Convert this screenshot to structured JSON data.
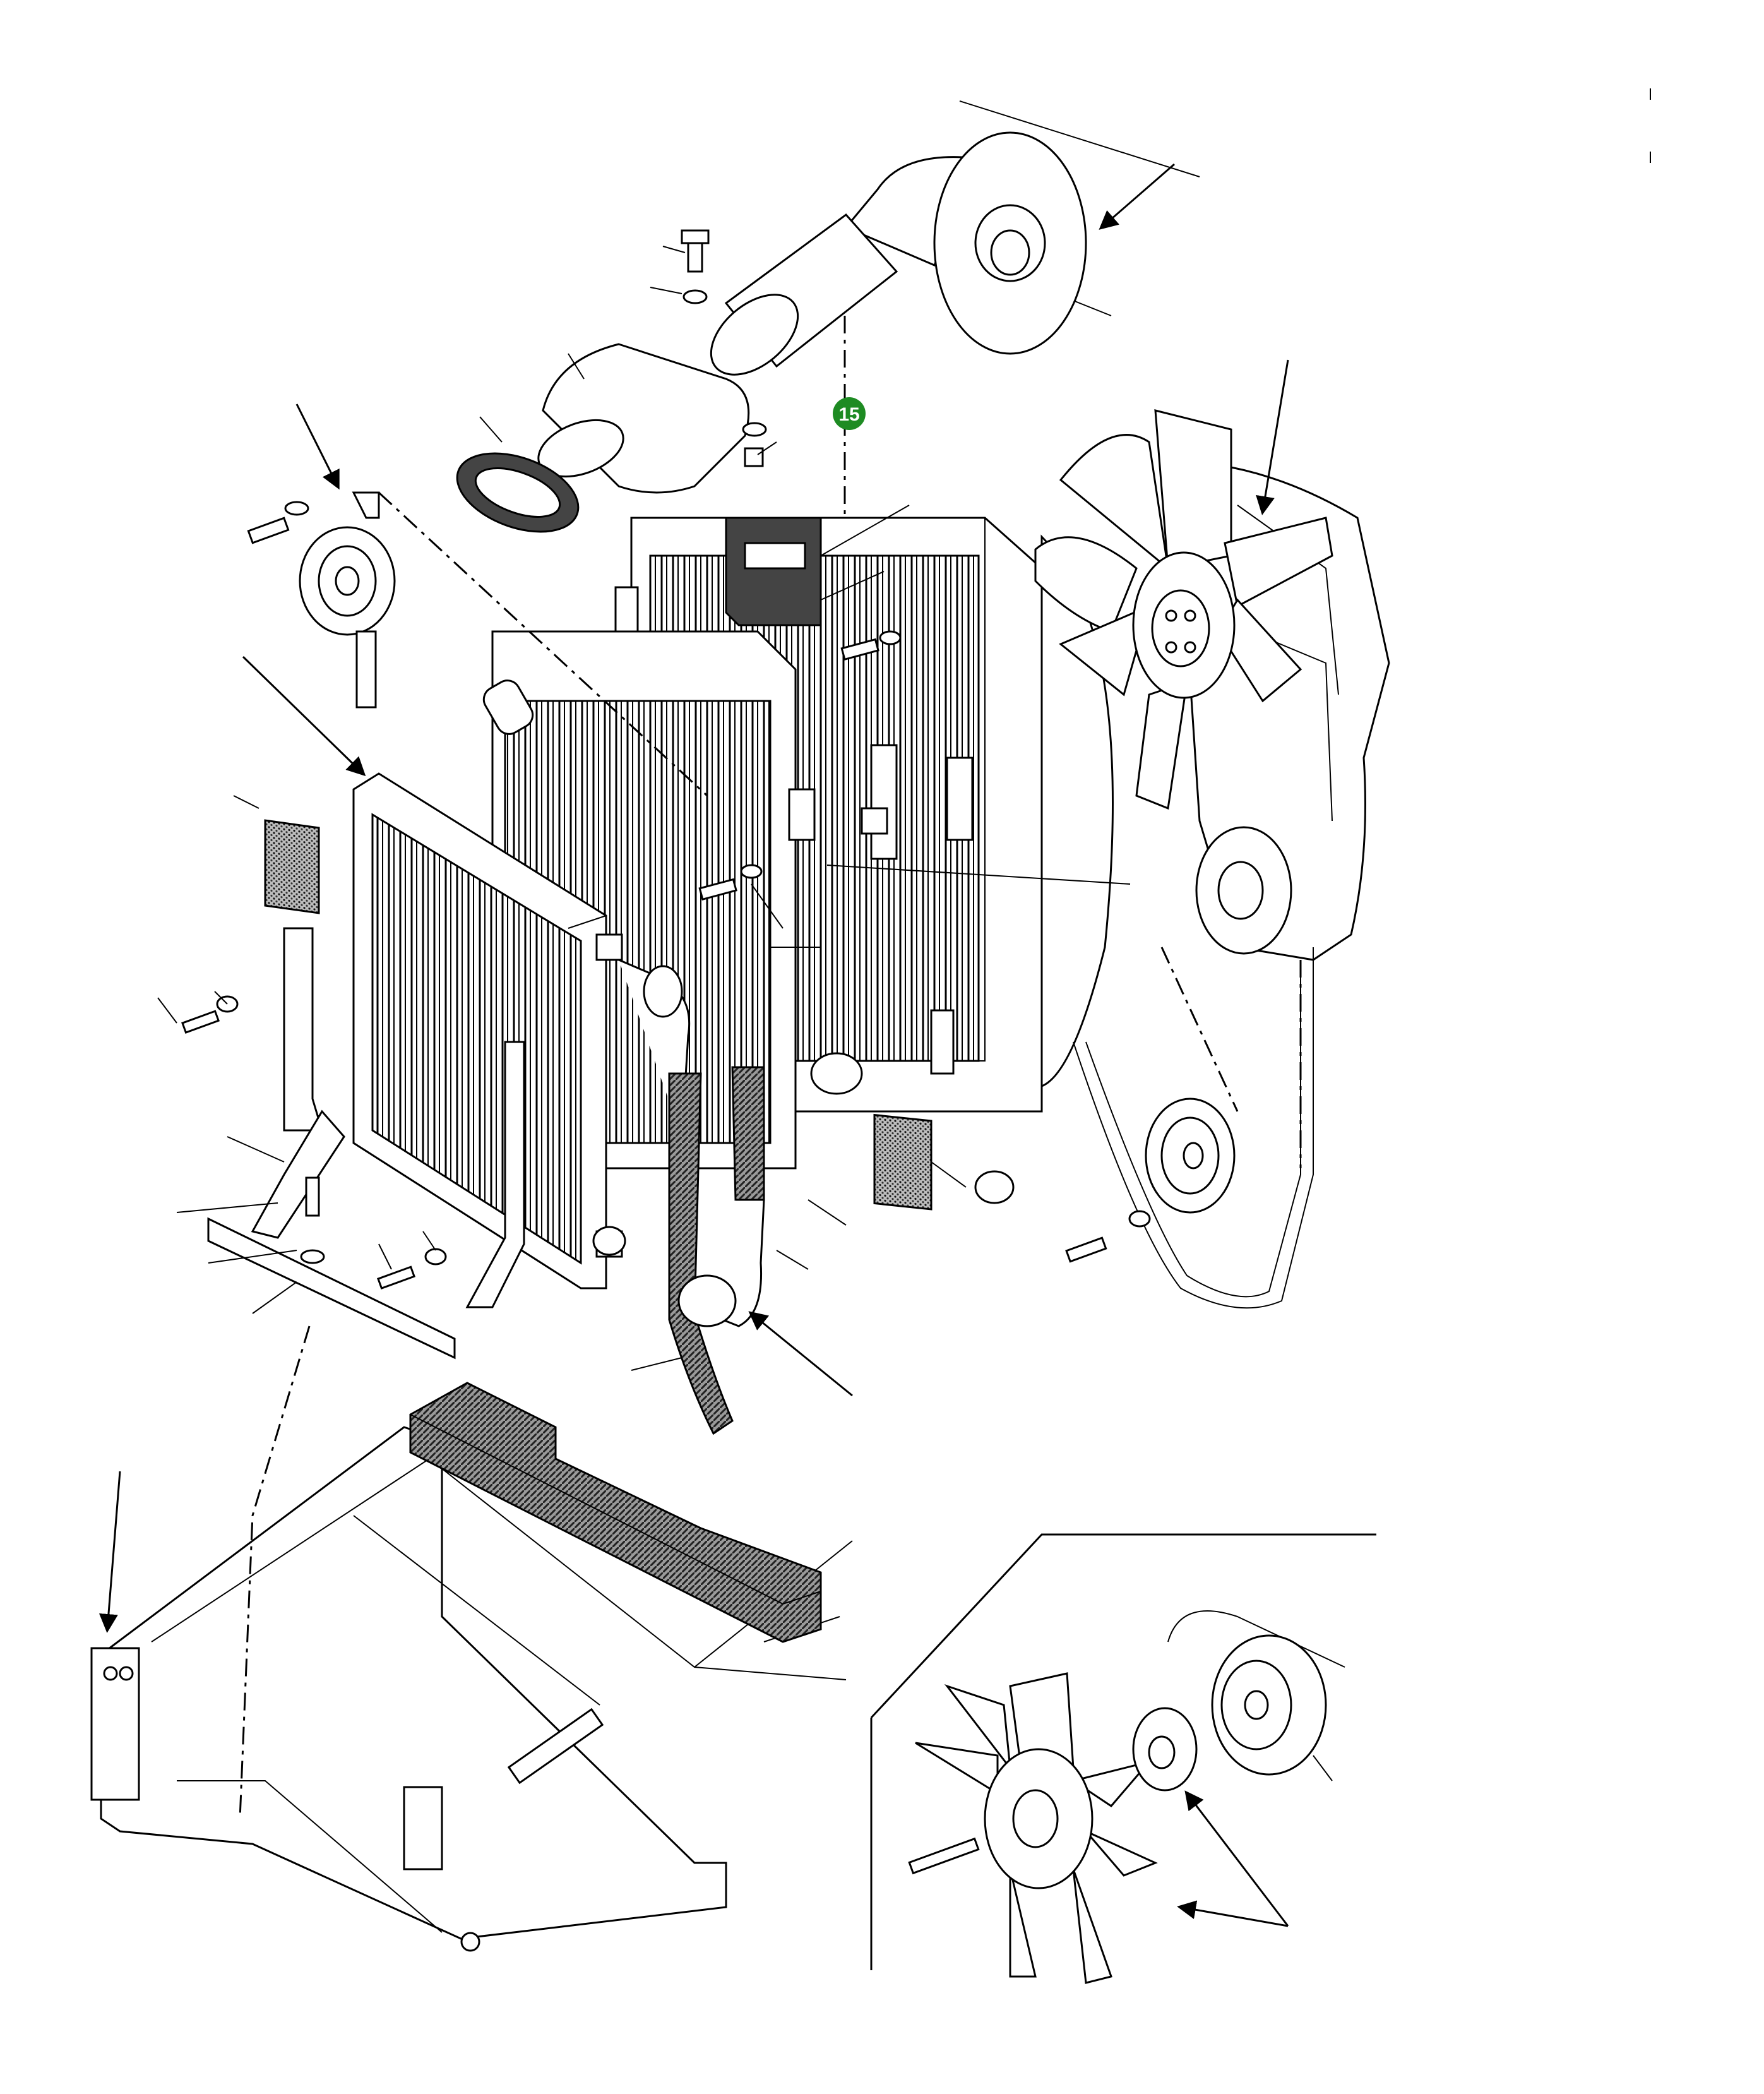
{
  "callout": {
    "number": "15",
    "color": "#1e8b23"
  },
  "arrows": [
    {
      "id": "air-cleaner-arrow"
    },
    {
      "id": "horn-arrow"
    },
    {
      "id": "oil-cooler-arrow"
    },
    {
      "id": "fan-arrow"
    },
    {
      "id": "hose-arrow"
    },
    {
      "id": "chassis-arrow"
    },
    {
      "id": "inset-arrow"
    }
  ]
}
